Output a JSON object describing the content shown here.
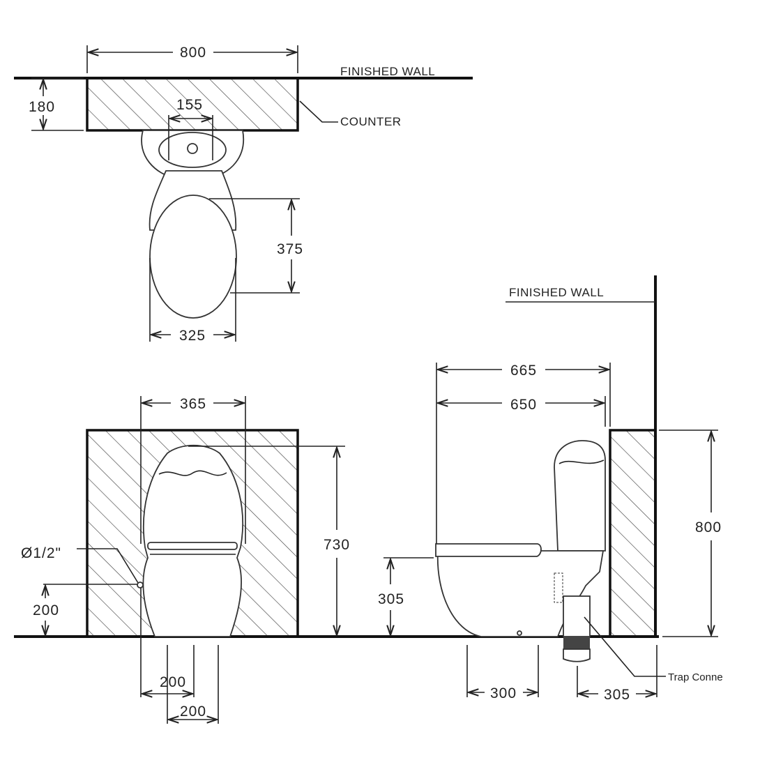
{
  "plan_view": {
    "counter_width": "800",
    "counter_depth": "180",
    "outlet_spacing": "155",
    "finished_wall_label": "FINISHED WALL",
    "counter_label": "COUNTER",
    "seat_length": "375",
    "seat_width": "325"
  },
  "front_view": {
    "seat_width": "365",
    "overall_height": "730",
    "inlet_diameter": "Ø1/2\"",
    "inlet_height": "200",
    "inlet_offset_1": "200",
    "inlet_offset_2": "200"
  },
  "side_view": {
    "finished_wall_label": "FINISHED WALL",
    "overall_depth": "665",
    "seat_depth": "650",
    "counter_height": "800",
    "seat_height": "305",
    "base_depth": "300",
    "trap_offset": "305",
    "trap_label": "Trap Conne"
  },
  "colors": {
    "line": "#111111",
    "background": "#ffffff"
  }
}
